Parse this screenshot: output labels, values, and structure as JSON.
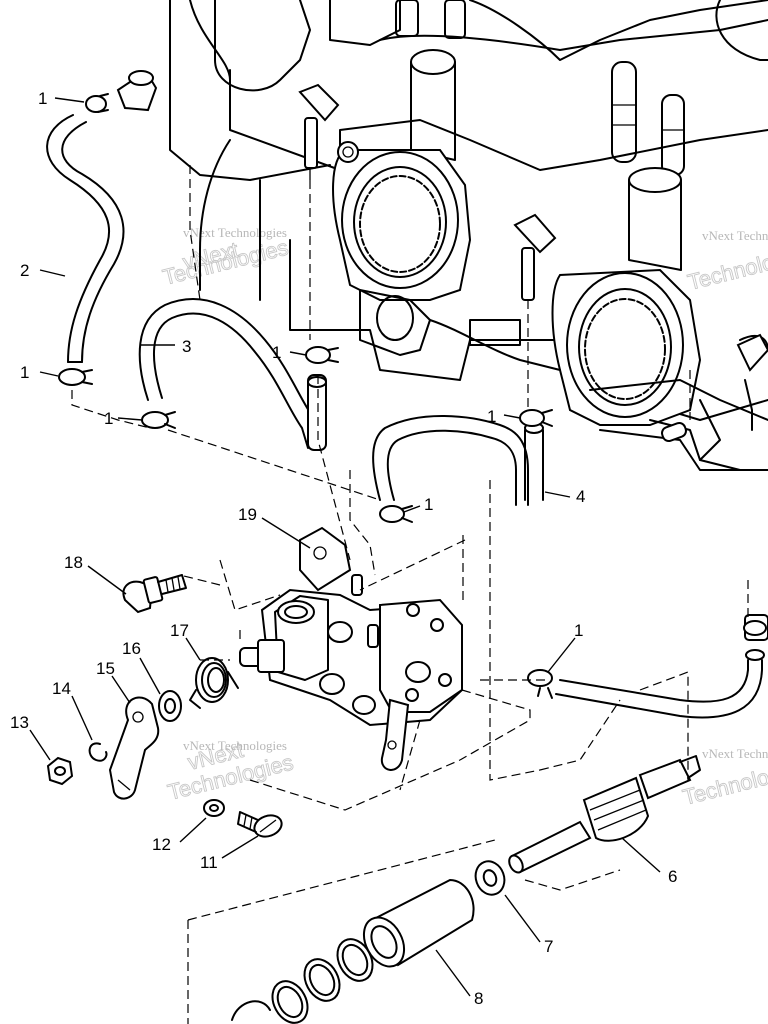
{
  "watermarks": {
    "top": "vNext Technologies",
    "middle": "vNext Technologies",
    "right_top": "vNext Technologies",
    "right_bottom": "vNext Technologies"
  },
  "callouts": {
    "c1a": "1",
    "c1b": "1",
    "c1c": "1",
    "c1d": "1",
    "c1e": "1",
    "c1f": "1",
    "c1g": "1",
    "c2": "2",
    "c3": "3",
    "c4": "4",
    "c6": "6",
    "c7": "7",
    "c8": "8",
    "c11": "11",
    "c12": "12",
    "c13": "13",
    "c14": "14",
    "c15": "15",
    "c16": "16",
    "c17": "17",
    "c18": "18",
    "c19": "19"
  }
}
